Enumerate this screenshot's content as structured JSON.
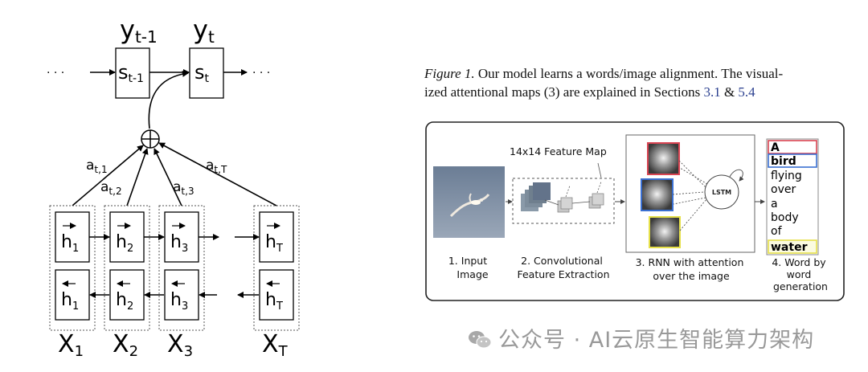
{
  "attention_diagram": {
    "outputs": {
      "y_prev": {
        "base": "y",
        "sub": "t-1"
      },
      "y_curr": {
        "base": "y",
        "sub": "t"
      }
    },
    "states": {
      "s_prev": {
        "base": "s",
        "sub": "t-1"
      },
      "s_curr": {
        "base": "s",
        "sub": "t"
      }
    },
    "ellipsis": "· · ·",
    "weights": [
      {
        "base": "a",
        "sub": "t,1"
      },
      {
        "base": "a",
        "sub": "t,2"
      },
      {
        "base": "a",
        "sub": "t,3"
      },
      {
        "base": "a",
        "sub": "t,T"
      }
    ],
    "forward_states": [
      {
        "base": "h",
        "sub": "1"
      },
      {
        "base": "h",
        "sub": "2"
      },
      {
        "base": "h",
        "sub": "3"
      },
      {
        "base": "h",
        "sub": "T"
      }
    ],
    "backward_states": [
      {
        "base": "h",
        "sub": "1"
      },
      {
        "base": "h",
        "sub": "2"
      },
      {
        "base": "h",
        "sub": "3"
      },
      {
        "base": "h",
        "sub": "T"
      }
    ],
    "inputs": [
      {
        "base": "X",
        "sub": "1"
      },
      {
        "base": "X",
        "sub": "2"
      },
      {
        "base": "X",
        "sub": "3"
      },
      {
        "base": "X",
        "sub": "T"
      }
    ]
  },
  "caption": {
    "figure_label": "Figure 1.",
    "text_part1": " Our model learns a words/image alignment. The visual-",
    "text_part2": "ized attentional maps (3) are explained in Sections ",
    "ref1": "3.1",
    "conjunction": " & ",
    "ref2": "5.4"
  },
  "pipeline": {
    "feature_map_title": "14x14 Feature Map",
    "lstm_label": "LSTM",
    "words": [
      "A",
      "bird",
      "flying",
      "over",
      "a",
      "body",
      "of",
      "water"
    ],
    "highlighted_words": {
      "A": "#d94452",
      "bird": "#3a6fd1",
      "water": "#e6e04a"
    },
    "steps": [
      [
        "1. Input",
        "Image"
      ],
      [
        "2. Convolutional",
        "Feature Extraction"
      ],
      [
        "3. RNN with attention",
        "over the image"
      ],
      [
        "4. Word by",
        "word",
        "generation"
      ]
    ]
  },
  "watermark": {
    "text": "公众号 · AI云原生智能算力架构",
    "icon": "wechat-icon"
  },
  "colors": {
    "attention_red": "#d94452",
    "attention_blue": "#3a6fd1",
    "attention_yellow": "#e6e04a"
  }
}
